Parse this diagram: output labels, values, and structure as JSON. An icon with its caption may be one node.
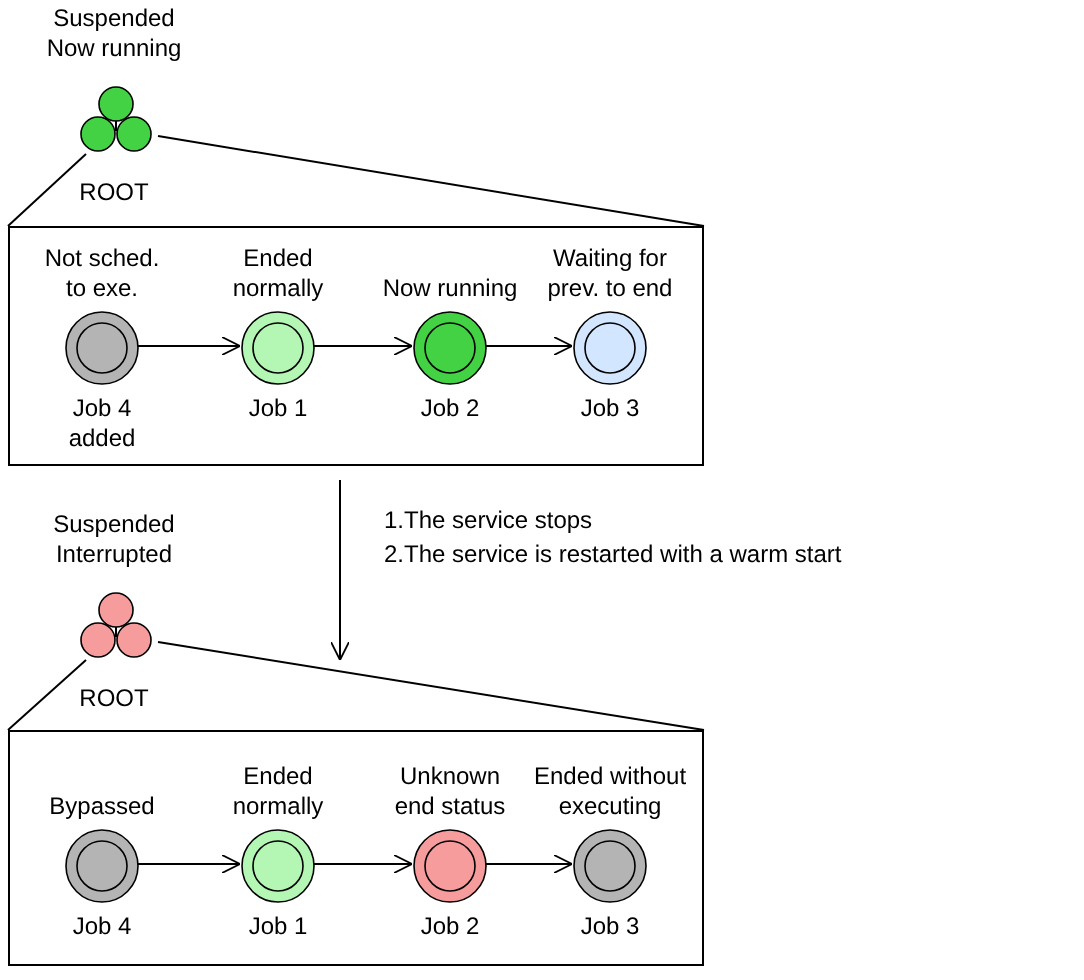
{
  "diagram": {
    "nodes": [
      {
        "text": [
          "Suspended Now running",
          "ROOT"
        ]
      },
      {
        "text": [],
        "shape": "box"
      },
      {
        "text": [
          "Not sched. to exe.",
          "Job 4 added"
        ],
        "in": 1
      },
      {
        "text": [
          "Ended normally",
          "Job 1"
        ],
        "in": 1
      },
      {
        "text": [
          "Now running",
          "Job 2"
        ],
        "in": 1
      },
      {
        "text": [
          "Waiting for prev. to end",
          "Job 3"
        ],
        "in": 1
      },
      {
        "text": [
          "Suspended Interrupted",
          "ROOT"
        ]
      },
      {
        "text": [],
        "shape": "box"
      },
      {
        "text": [
          "Bypassed",
          "Job 4"
        ],
        "in": 7
      },
      {
        "text": [
          "Ended normally",
          "Job 1"
        ],
        "in": 7
      },
      {
        "text": [
          "Unknown end status",
          "Job 2"
        ],
        "in": 7
      },
      {
        "text": [
          "Ended without executing",
          "Job 3"
        ],
        "in": 7
      }
    ],
    "edges": [
      {
        "from": 0,
        "to": 1,
        "arrow": "none"
      },
      {
        "from": 0,
        "to": 1,
        "arrow": "none"
      },
      {
        "from": 2,
        "to": 3,
        "arrow": "to"
      },
      {
        "from": 3,
        "to": 4,
        "arrow": "to"
      },
      {
        "from": 4,
        "to": 5,
        "arrow": "to"
      },
      {
        "from": 1,
        "to": 7,
        "arrow": "to"
      },
      {
        "from": 6,
        "to": 7,
        "arrow": "none"
      },
      {
        "from": 6,
        "to": 7,
        "arrow": "none"
      },
      {
        "from": 8,
        "to": 9,
        "arrow": "to"
      },
      {
        "from": 9,
        "to": 10,
        "arrow": "to"
      },
      {
        "from": 10,
        "to": 11,
        "arrow": "to"
      }
    ],
    "labels": [
      "1.The service stops",
      "2.The service is restarted with a warm start"
    ]
  }
}
